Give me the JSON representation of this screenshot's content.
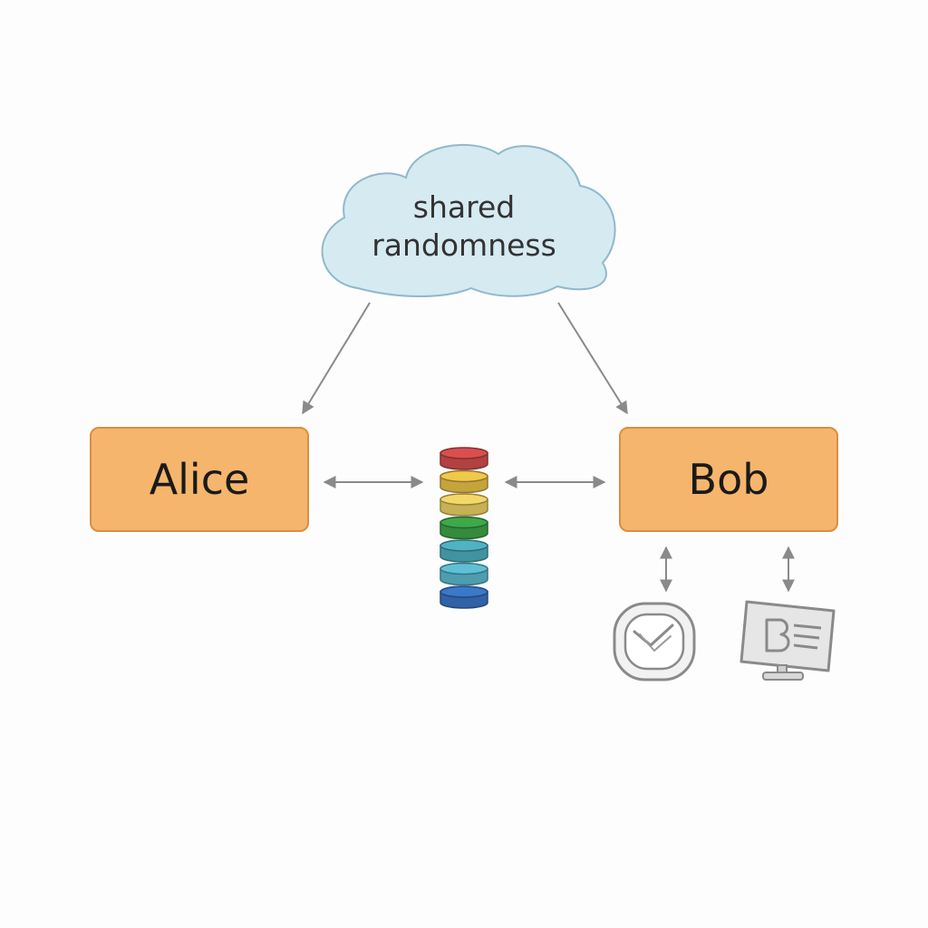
{
  "cloud": {
    "line1": "shared",
    "line2": "randomness"
  },
  "alice": {
    "label": "Alice"
  },
  "bob": {
    "label": "Bob"
  },
  "disk_stack": {
    "colors": [
      "#d94f4f",
      "#f0c84a",
      "#f3d768",
      "#3fa84a",
      "#4fb3c4",
      "#5ec0d6",
      "#3a78c9"
    ]
  },
  "devices": [
    {
      "icon": "clock-device-icon"
    },
    {
      "icon": "monitor-device-icon"
    }
  ],
  "colors": {
    "box_fill": "#f6b56c",
    "box_border": "#d98e45",
    "cloud_fill": "#d6eaf2",
    "cloud_stroke": "#8fb9cc",
    "arrow": "#8a8a8a"
  }
}
